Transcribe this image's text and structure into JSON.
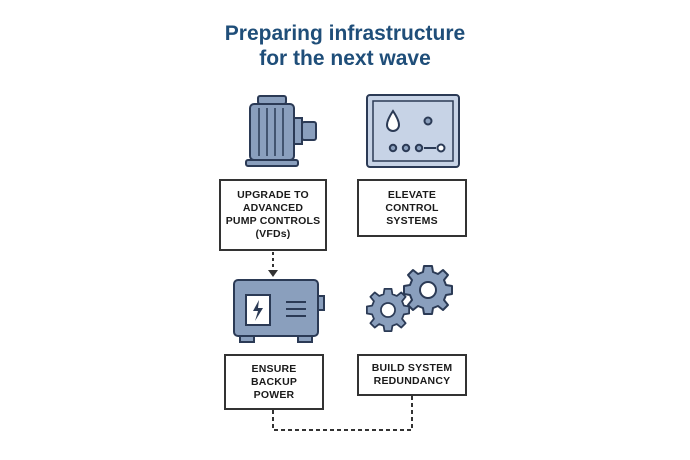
{
  "title": {
    "line1": "Preparing infrastructure",
    "line2": "for the next wave"
  },
  "steps": [
    {
      "lines": [
        "UPGRADE TO",
        "ADVANCED",
        "PUMP CONTROLS",
        "(VFDs)"
      ],
      "icon": "pump-motor-icon"
    },
    {
      "lines": [
        "ELEVATE",
        "CONTROL",
        "SYSTEMS"
      ],
      "icon": "control-panel-icon"
    },
    {
      "lines": [
        "ENSURE",
        "BACKUP",
        "POWER"
      ],
      "icon": "generator-icon"
    },
    {
      "lines": [
        "BUILD SYSTEM",
        "REDUNDANCY"
      ],
      "icon": "gears-icon"
    }
  ],
  "colors": {
    "title": "#1f4e79",
    "icon_fill": "#8a9fbd",
    "icon_light": "#c7d3e6",
    "icon_stroke": "#2b3a55",
    "box_border": "#333333"
  }
}
